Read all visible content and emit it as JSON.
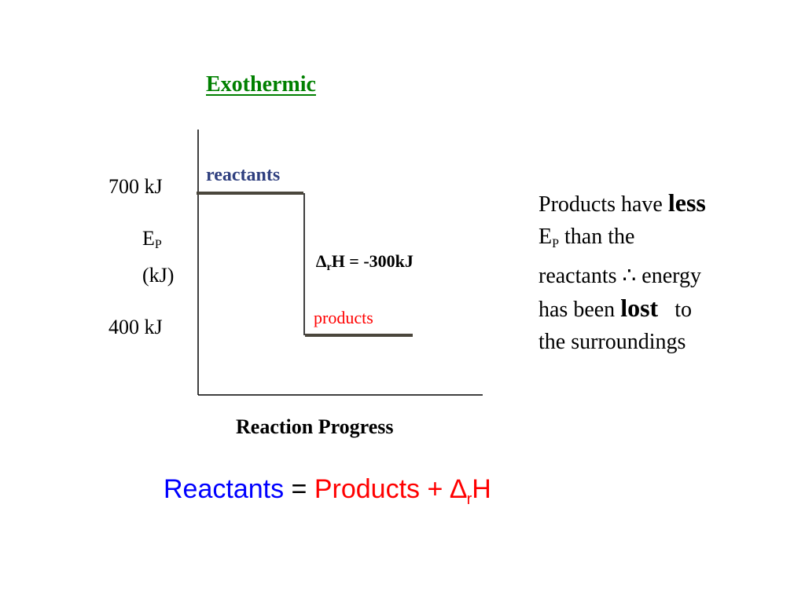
{
  "title": "Exothermic",
  "colors": {
    "title": "#008000",
    "reactants_label": "#2F3F7F",
    "products_label": "#FF0000",
    "level_line": "#4A463C",
    "equation_reactants": "#0000FF",
    "equation_products": "#FF0000"
  },
  "diagram": {
    "y_axis": {
      "label_main": "E",
      "label_sub": "P",
      "label_unit": "(kJ)",
      "ticks": [
        "700 kJ",
        "400 kJ"
      ]
    },
    "x_axis": {
      "label": "Reaction Progress"
    },
    "reactants_label": "reactants",
    "products_label": "products",
    "delta": {
      "symbol": "∆",
      "sub": "r",
      "text": "H = -300kJ"
    },
    "levels": {
      "reactants_kj": 700,
      "products_kj": 400
    }
  },
  "explanation": {
    "line1_pre": "Products have",
    "line1_bold": "less",
    "line2_main": "E",
    "line2_sub": "P",
    "line2_rest": "than the",
    "line3": "reactants ∴ energy",
    "line4_pre": "has been",
    "line4_bold": "lost",
    "line4_post": "to",
    "line5": "the surroundings"
  },
  "equation": {
    "reactants": "Reactants",
    "equals": "=",
    "products_plus": "Products +",
    "delta_symbol": "∆",
    "delta_sub": "r",
    "delta_tail": "H"
  }
}
